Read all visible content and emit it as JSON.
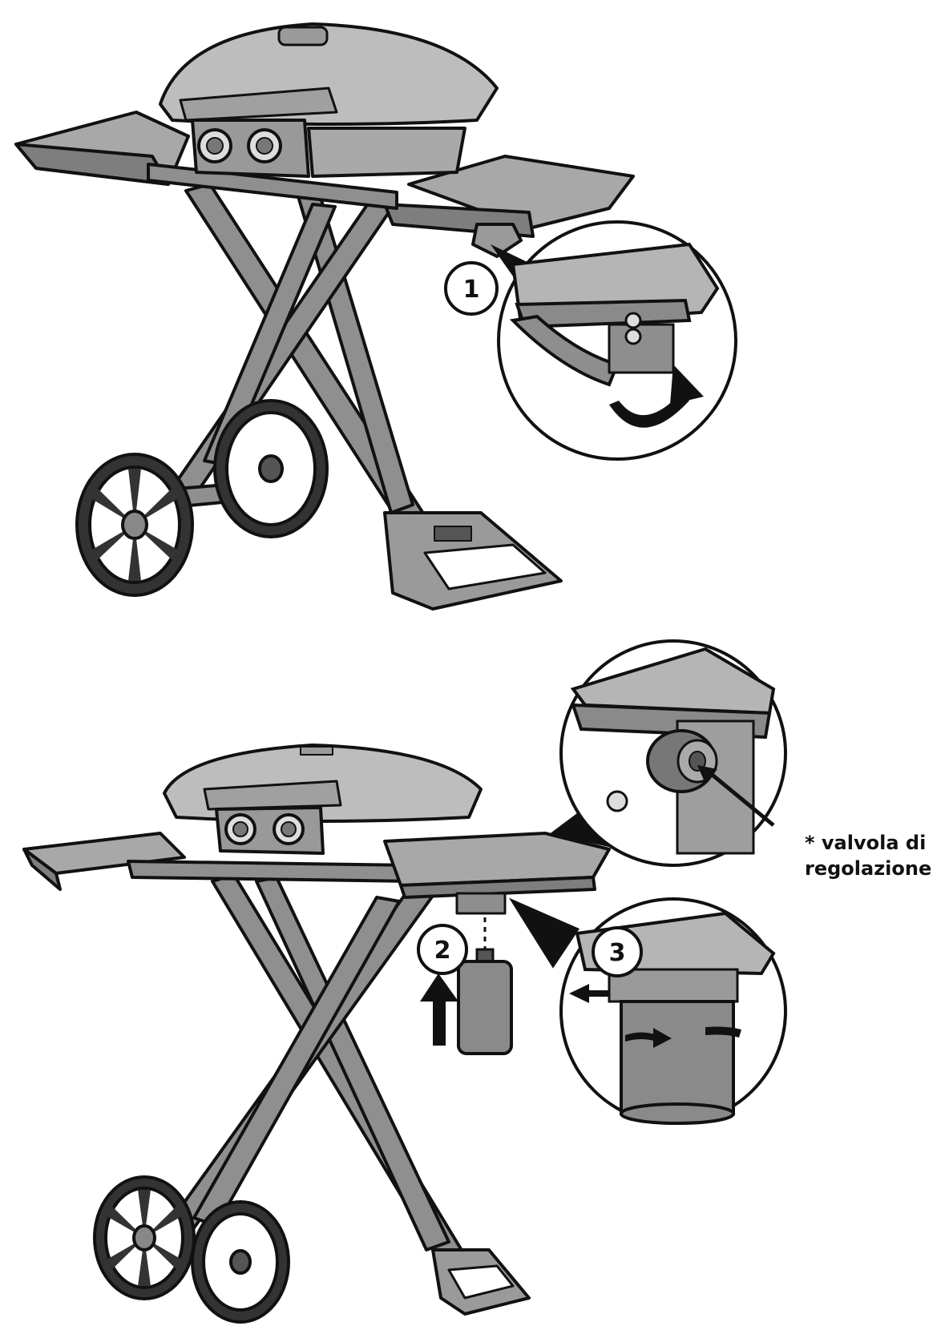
{
  "steps": {
    "one": "1",
    "two": "2",
    "three": "3"
  },
  "callout": {
    "line1": "* valvola di",
    "line2": "regolazione"
  },
  "colors": {
    "frame": "#8f8f8f",
    "frame_dark": "#6e6e6e",
    "outline": "#111111",
    "lid": "#b8b8b8",
    "canister": "#8a8a8a"
  }
}
